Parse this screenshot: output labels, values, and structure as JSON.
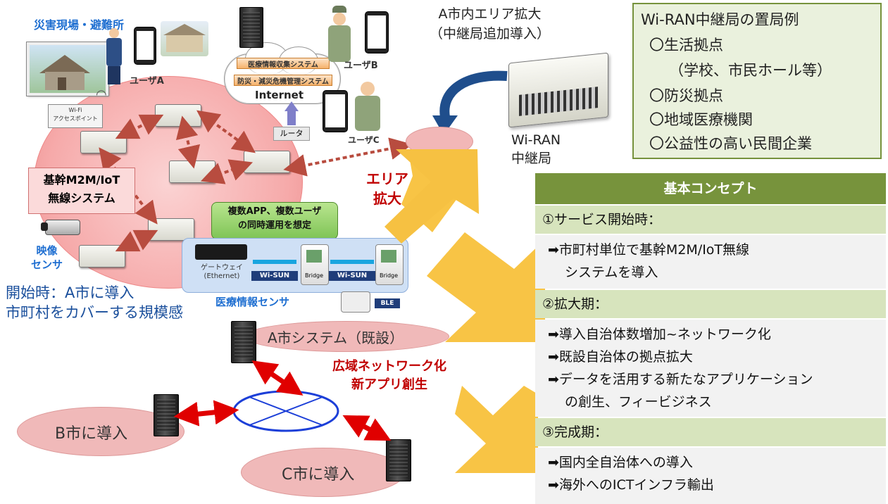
{
  "top_left_label": "災害現場・避難所",
  "cloud": {
    "system1": "医療情報収集システム",
    "system2": "防災・減災危機管理システム",
    "internet": "Internet"
  },
  "users": {
    "a": "ユーザA",
    "b": "ユーザB",
    "c": "ユーザC"
  },
  "wifi_ap": {
    "line1": "Wi-Fi",
    "line2": "アクセスポイント"
  },
  "router": "ルータ",
  "backbone": {
    "line1": "基幹M2M/IoT",
    "line2": "無線システム"
  },
  "multi_app": {
    "line1": "複数APP、複数ユーザ",
    "line2": "の同時運用を想定"
  },
  "video_sensor": {
    "line1": "映像",
    "line2": "センサ"
  },
  "medical": {
    "gateway_line1": "ゲートウェイ",
    "gateway_line2": "(Ethernet)",
    "wisun1": "Wi-SUN",
    "wisun2": "Wi-SUN",
    "bridge1": "Bridge",
    "bridge2": "Bridge",
    "ble": "BLE",
    "title": "医療情報センサ"
  },
  "start_text": {
    "line1": "開始時：A市に導入",
    "line2": "市町村をカバーする規模感"
  },
  "area_expand_top": {
    "line1": "A市内エリア拡大",
    "line2": "（中継局追加導入）"
  },
  "relay": {
    "line1": "Wi-RAN",
    "line2": "中継局"
  },
  "area_arrow": {
    "line1": "エリア",
    "line2": "拡大"
  },
  "placement": {
    "title": "Wi-RAN中継局の置局例",
    "items": [
      "〇生活拠点",
      "（学校、市民ホール等）",
      "〇防災拠点",
      "〇地域医療機関",
      "〇公益性の高い民間企業"
    ]
  },
  "concept": {
    "header": "基本コンセプト",
    "sec1_title": "①サービス開始時：",
    "sec1_items": [
      "➡市町村単位で基幹M2M/IoT無線",
      "システムを導入"
    ],
    "sec2_title": "②拡大期：",
    "sec2_items": [
      "➡導入自治体数増加~ネットワーク化",
      "➡既設自治体の拠点拡大",
      "➡データを活用する新たなアプリケーション",
      "の創生、フィービジネス"
    ],
    "sec3_title": "③完成期：",
    "sec3_items": [
      "➡国内全自治体への導入",
      "➡海外へのICTインフラ輸出"
    ]
  },
  "cities": {
    "a": "A市システム（既設）",
    "b": "B市に導入",
    "c": "C市に導入"
  },
  "wide_network": {
    "line1": "広域ネットワーク化",
    "line2": "新アプリ創生"
  }
}
